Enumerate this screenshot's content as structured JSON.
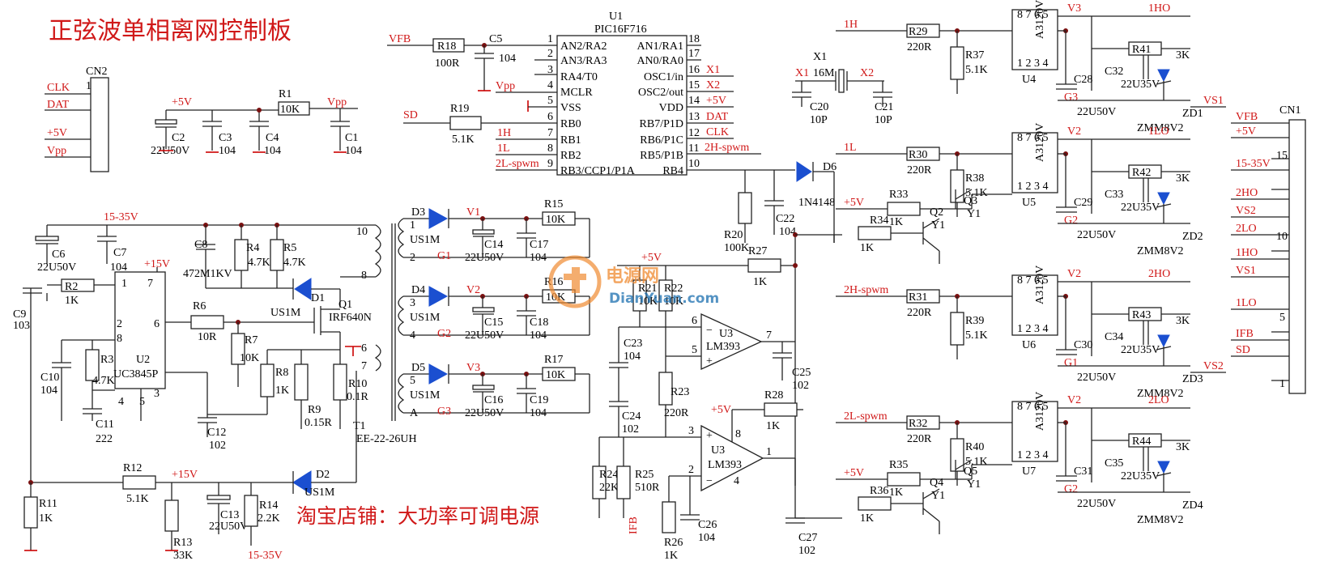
{
  "title": "正弦波单相离网控制板",
  "shop_note": "淘宝店铺：大功率可调电源",
  "watermark": {
    "text": "电源网",
    "url_text": "DianYuan.com"
  },
  "ics": {
    "u1_ref": "U1",
    "u1_part": "PIC16F716",
    "u1_left_pins": [
      {
        "num": "1",
        "name": "AN2/RA2"
      },
      {
        "num": "2",
        "name": "AN3/RA3"
      },
      {
        "num": "3",
        "name": "RA4/T0"
      },
      {
        "num": "4",
        "name": "MCLR"
      },
      {
        "num": "5",
        "name": "VSS"
      },
      {
        "num": "6",
        "name": "RB0"
      },
      {
        "num": "7",
        "name": "RB1"
      },
      {
        "num": "8",
        "name": "RB2"
      },
      {
        "num": "9",
        "name": "RB3/CCP1/P1A"
      }
    ],
    "u1_right_pins": [
      {
        "num": "18",
        "name": "AN1/RA1"
      },
      {
        "num": "17",
        "name": "AN0/RA0"
      },
      {
        "num": "16",
        "name": "OSC1/in"
      },
      {
        "num": "15",
        "name": "OSC2/out"
      },
      {
        "num": "14",
        "name": "VDD"
      },
      {
        "num": "13",
        "name": "RB7/P1D"
      },
      {
        "num": "12",
        "name": "RB6/P1C"
      },
      {
        "num": "11",
        "name": "RB5/P1B"
      },
      {
        "num": "10",
        "name": "RB4"
      }
    ],
    "u2_ref": "U2",
    "u2_part": "UC3845P",
    "u2_pins": {
      "p1": "1",
      "p7": "7",
      "p2": "2",
      "p8": "8",
      "p6": "6",
      "p3": "3",
      "p4": "4",
      "p5": "5"
    },
    "u3_ref": "U3",
    "u3_part": "LM393",
    "u3a_pins": {
      "p6": "6",
      "p5": "5",
      "p7": "7"
    },
    "u3b_pins": {
      "p3": "3",
      "p2": "2",
      "p1": "1",
      "p8": "8",
      "p4": "4"
    },
    "opto_part": "A3120V",
    "opto_top_pins": "8 7 6 5",
    "opto_bottom_pins": "1 2 3 4",
    "cn1_ref": "CN1",
    "cn1_nums": {
      "n15": "15",
      "n10": "10",
      "n5": "5",
      "n1": "1"
    },
    "cn2_ref": "CN2",
    "cn2_pin1": "1",
    "t1_ref": "T1",
    "t1_part": "EE-22-26UH",
    "t1_pins": {
      "p10": "10",
      "p8": "8",
      "p6": "6",
      "p7": "7",
      "p1": "1",
      "p2": "2",
      "p3": "3",
      "p4": "4",
      "p5": "5",
      "pA": "A"
    },
    "x1_ref": "X1",
    "x1_value": "16M",
    "q1_ref": "Q1",
    "q1_part": "IRF640N"
  },
  "signals": {
    "vfb": "VFB",
    "sd": "SD",
    "vpp": "Vpp",
    "h1": "1H",
    "l1": "1L",
    "l2_spwm": "2L-spwm",
    "h2_spwm": "2H-spwm",
    "x1": "X1",
    "x2": "X2",
    "plus5v": "+5V",
    "dat": "DAT",
    "clk": "CLK",
    "plus15v": "+15V",
    "v15_35": "15-35V",
    "v1": "V1",
    "v2": "V2",
    "v3": "V3",
    "g1": "G1",
    "g2": "G2",
    "g3": "G3",
    "ho1": "1HO",
    "lo1": "1LO",
    "ho2": "2HO",
    "lo2": "2LO",
    "vs1": "VS1",
    "vs2": "VS2",
    "ifb": "IFB"
  },
  "cn1_signals": [
    "VFB",
    "+5V",
    "15-35V",
    "2HO",
    "VS2",
    "2LO",
    "1HO",
    "VS1",
    "1LO",
    "IFB",
    "SD"
  ],
  "cn2_signals": [
    "CLK",
    "DAT",
    "+5V",
    "Vpp"
  ],
  "components": {
    "r1": [
      "R1",
      "10K"
    ],
    "r2": [
      "R2",
      "1K"
    ],
    "r3": [
      "R3",
      "4.7K"
    ],
    "r4": [
      "R4",
      "4.7K"
    ],
    "r5": [
      "R5",
      "4.7K"
    ],
    "r6": [
      "R6",
      "10R"
    ],
    "r7": [
      "R7",
      "10K"
    ],
    "r8": [
      "R8",
      "1K"
    ],
    "r9": [
      "R9",
      "0.15R"
    ],
    "r10": [
      "R10",
      "0.1R"
    ],
    "r11": [
      "R11",
      "1K"
    ],
    "r12": [
      "R12",
      "5.1K"
    ],
    "r13": [
      "R13",
      "33K"
    ],
    "r14": [
      "R14",
      "2.2K"
    ],
    "r15": [
      "R15",
      "10K"
    ],
    "r16": [
      "R16",
      "10K"
    ],
    "r17": [
      "R17",
      "10K"
    ],
    "r18": [
      "R18",
      "100R"
    ],
    "r19": [
      "R19",
      "5.1K"
    ],
    "r20": [
      "R20",
      "100K"
    ],
    "r21": [
      "R21",
      "10K"
    ],
    "r22": [
      "R22",
      "10K"
    ],
    "r23": [
      "R23",
      "220R"
    ],
    "r24": [
      "R24",
      "22K"
    ],
    "r25": [
      "R25",
      "510R"
    ],
    "r26": [
      "R26",
      "1K"
    ],
    "r27": [
      "R27",
      "1K"
    ],
    "r28": [
      "R28",
      "1K"
    ],
    "r29": [
      "R29",
      "220R"
    ],
    "r30": [
      "R30",
      "220R"
    ],
    "r31": [
      "R31",
      "220R"
    ],
    "r32": [
      "R32",
      "220R"
    ],
    "r33": [
      "R33",
      "1K"
    ],
    "r34": [
      "R34",
      "1K"
    ],
    "r35": [
      "R35",
      "1K"
    ],
    "r36": [
      "R36",
      "1K"
    ],
    "r37": [
      "R37",
      "5.1K"
    ],
    "r38": [
      "R38",
      "5.1K"
    ],
    "r39": [
      "R39",
      "5.1K"
    ],
    "r40": [
      "R40",
      "5.1K"
    ],
    "r41": [
      "R41",
      "3K"
    ],
    "r42": [
      "R42",
      "3K"
    ],
    "r43": [
      "R43",
      "3K"
    ],
    "r44": [
      "R44",
      "3K"
    ],
    "c1": [
      "C1",
      "104"
    ],
    "c2": [
      "C2",
      "22U50V"
    ],
    "c3": [
      "C3",
      "104"
    ],
    "c4": [
      "C4",
      "104"
    ],
    "c5": [
      "C5",
      "104"
    ],
    "c6": [
      "C6",
      "22U50V"
    ],
    "c7": [
      "C7",
      "104"
    ],
    "c8": [
      "C8",
      "472M1KV"
    ],
    "c9": [
      "C9",
      "103"
    ],
    "c10": [
      "C10",
      "104"
    ],
    "c11": [
      "C11",
      "222"
    ],
    "c12": [
      "C12",
      "102"
    ],
    "c13": [
      "C13",
      "22U50V"
    ],
    "c14": [
      "C14",
      "22U50V"
    ],
    "c15": [
      "C15",
      "22U50V"
    ],
    "c16": [
      "C16",
      "22U50V"
    ],
    "c17": [
      "C17",
      "104"
    ],
    "c18": [
      "C18",
      "104"
    ],
    "c19": [
      "C19",
      "104"
    ],
    "c20": [
      "C20",
      "10P"
    ],
    "c21": [
      "C21",
      "10P"
    ],
    "c22": [
      "C22",
      "104"
    ],
    "c23": [
      "C23",
      "104"
    ],
    "c24": [
      "C24",
      "102"
    ],
    "c25": [
      "C25",
      "102"
    ],
    "c26": [
      "C26",
      "104"
    ],
    "c27": [
      "C27",
      "102"
    ],
    "c28": [
      "C28",
      "22U50V"
    ],
    "c29": [
      "C29",
      "22U50V"
    ],
    "c30": [
      "C30",
      "22U50V"
    ],
    "c31": [
      "C31",
      "22U50V"
    ],
    "c32": [
      "C32",
      "22U35V"
    ],
    "c33": [
      "C33",
      "22U35V"
    ],
    "c34": [
      "C34",
      "22U35V"
    ],
    "c35": [
      "C35",
      "22U35V"
    ],
    "d1": [
      "D1",
      "US1M"
    ],
    "d2": [
      "D2",
      "US1M"
    ],
    "d3": [
      "D3",
      "US1M"
    ],
    "d4": [
      "D4",
      "US1M"
    ],
    "d5": [
      "D5",
      "US1M"
    ],
    "d6": [
      "D6",
      "1N4148"
    ],
    "zd1": [
      "ZD1",
      "ZMM8V2"
    ],
    "zd2": [
      "ZD2",
      "ZMM8V2"
    ],
    "zd3": [
      "ZD3",
      "ZMM8V2"
    ],
    "zd4": [
      "ZD4",
      "ZMM8V2"
    ],
    "q2": [
      "Q2",
      "Y1"
    ],
    "q3": [
      "Q3",
      "Y1"
    ],
    "q4": [
      "Q4",
      "Y1"
    ],
    "q5": [
      "Q5",
      "Y1"
    ],
    "u4": "U4",
    "u5": "U5",
    "u6": "U6",
    "u7": "U7"
  }
}
